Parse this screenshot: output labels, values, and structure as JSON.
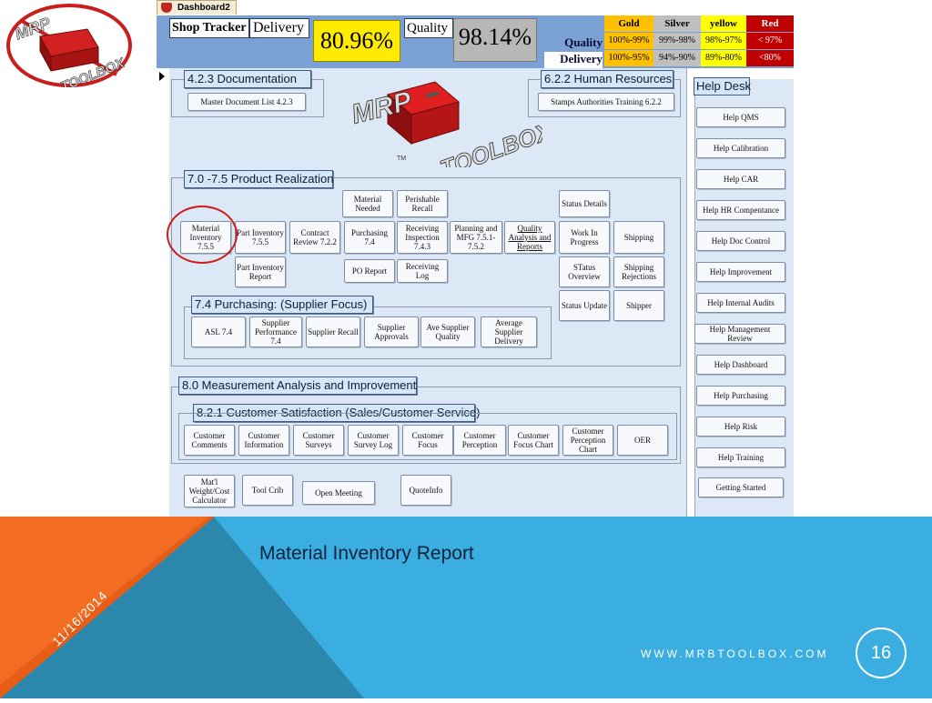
{
  "logo": {
    "line1": "MRP",
    "line2": "TOOLBOX",
    "tm": "TM"
  },
  "window": {
    "tab_title": "Dashboard2"
  },
  "header": {
    "shop_tracker": "Shop Tracker",
    "delivery_label": "Delivery",
    "delivery_value": "80.96%",
    "quality_label": "Quality",
    "quality_value": "98.14%",
    "row_quality": "Quality",
    "row_delivery": "Delivery",
    "legend": {
      "headers": [
        "Gold",
        "Silver",
        "yellow",
        "Red"
      ],
      "quality": [
        "100%-99%",
        "99%-98%",
        "98%-97%",
        "< 97%"
      ],
      "delivery": [
        "100%-95%",
        "94%-90%",
        "89%-80%",
        "<80%"
      ],
      "colors": {
        "gold": "#ffc000",
        "silver": "#bfbfbf",
        "yellow": "#ffff00",
        "red": "#c00000"
      }
    }
  },
  "documentation": {
    "section": "4.2.3 Documentation",
    "master_doc": "Master Document List 4.2.3"
  },
  "human_resources": {
    "section": "6.2.2 Human Resources",
    "stamps": "Stamps  Authorities Training 6.2.2"
  },
  "product_realization": {
    "section": "7.0 -7.5 Product Realization",
    "material_needed": "Material Needed",
    "perishable_recall": "Perishable Recall",
    "status_details": "Status Details",
    "material_inventory": "Material Inventory 7.5.5",
    "part_inventory": "Part Inventory 7.5.5",
    "contract_review": "Contract Review 7.2.2",
    "purchasing": "Purchasing 7.4",
    "receiving_inspection": "Receiving Inspection 7.4.3",
    "planning_mfg": "Planning and MFG 7.5.1-7.5.2",
    "quality_analysis": "Quality Analysis and Reports",
    "work_in_progress": "Work In Progress",
    "shipping": "Shipping",
    "part_inventory_report": "Part Inventory Report",
    "po_report": "PO Report",
    "receiving_log": "Receiving Log",
    "status_overview": "STatus Overview",
    "shipping_rejections": "Shipping Rejections",
    "status_update": "Status Update",
    "shipper": "Shipper"
  },
  "purchasing_focus": {
    "section": "7.4 Purchasing: (Supplier Focus)",
    "asl": "ASL 7.4",
    "supplier_performance": "Supplier Performance 7.4",
    "supplier_recall": "Supplier Recall",
    "supplier_approvals": "Supplier Approvals",
    "ave_supplier_quality": "Ave Supplier Quality",
    "average_supplier_delivery": "Average Supplier Delivery"
  },
  "measurement": {
    "section": "8.0  Measurement Analysis and Improvement",
    "sub_section": "8.2.1 Customer Satisfaction (Sales/Customer Service)",
    "customer_buttons": [
      "Customer Comments",
      "Customer Information",
      "Customer Surveys",
      "Customer Survey Log",
      "Customer Focus",
      "Customer Perception",
      "Customer Focus Chart",
      "Customer Perception Chart",
      "OER"
    ],
    "bottom_buttons": [
      "Mat'l Weight/Cost Calculator",
      "Tool Crib",
      "Open Meeting",
      "QuoteInfo"
    ]
  },
  "help_desk": {
    "title": "Help Desk",
    "buttons": [
      "Help QMS",
      "Help Calibration",
      "Help CAR",
      "Help HR Compentance",
      "Help Doc Control",
      "Help Improvement",
      "Help Internal Audits",
      "Help Management Review",
      "Help Dashboard",
      "Help Purchasing",
      "Help Risk",
      "Help Training",
      "Getting Started"
    ]
  },
  "slide": {
    "title": "Material Inventory Report",
    "date": "11/16/2014",
    "url": "WWW.MRBTOOLBOX.COM",
    "page_number": "16",
    "colors": {
      "orange": "#f26c21",
      "teal": "#2f96b4",
      "sky": "#3aaee0",
      "dark": "#2b7a9e"
    }
  }
}
